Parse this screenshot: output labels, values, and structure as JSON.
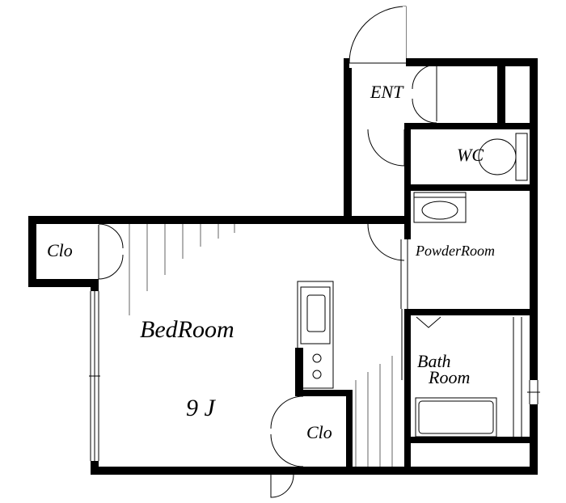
{
  "rooms": {
    "entrance": "ENT",
    "wc": "WC",
    "powder_room": "PowderRoom",
    "bedroom": "BedRoom",
    "bedroom_size": "9 J",
    "bath_line1": "Bath",
    "bath_line2": "Room",
    "closet_left": "Clo",
    "closet_bottom": "Clo"
  },
  "colors": {
    "wall": "#000000",
    "background": "#ffffff"
  }
}
